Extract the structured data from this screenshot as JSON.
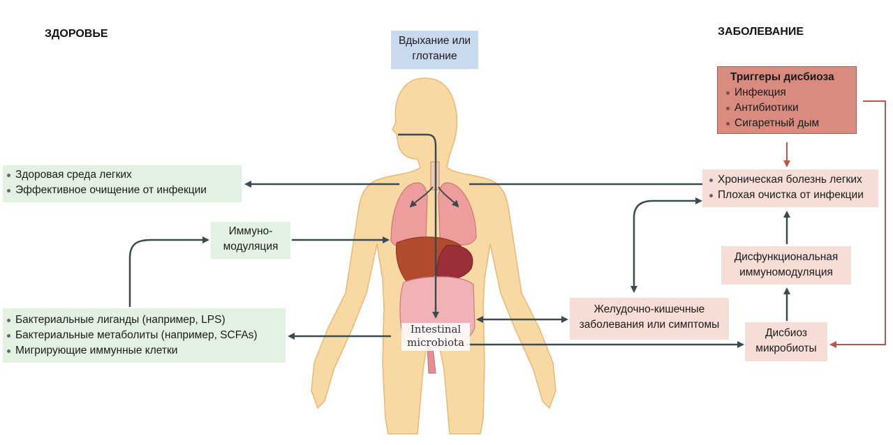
{
  "headings": {
    "health": "ЗДОРОВЬЕ",
    "disease": "ЗАБОЛЕВАНИЕ"
  },
  "inhale": {
    "line1": "Вдыхание или",
    "line2": "глотание"
  },
  "lung_health": {
    "items": [
      "Здоровая среда легких",
      "Эффективное очищение от инфекции"
    ]
  },
  "immuno": {
    "line1": "Иммуно-",
    "line2": "модуляция"
  },
  "bacterial": {
    "items": [
      "Бактериальные лиганды (например, LPS)",
      "Бактериальные метаболиты (например, SCFAs)",
      "Мигрирующие иммунные клетки"
    ]
  },
  "triggers": {
    "title": "Триггеры дисбиоза",
    "items": [
      "Инфекция",
      "Антибиотики",
      "Сигаретный дым"
    ]
  },
  "lung_disease": {
    "items": [
      "Хроническая болезнь легких",
      "Плохая очистка от инфекции"
    ]
  },
  "dysimmuno": {
    "line1": "Дисфункциональная",
    "line2": "иммуномодуляция"
  },
  "gi": {
    "line1": "Желудочно-кишечные",
    "line2": "заболевания или симптомы"
  },
  "dysbiosis": {
    "line1": "Дисбиоз",
    "line2": "микробиоты"
  },
  "microbiota": {
    "line1": "Intestinal",
    "line2": "microbiota"
  },
  "colors": {
    "health_box": "#e3f1e3",
    "disease_box": "#f6ddd6",
    "inhale_box": "#c9daef",
    "trigger_box": "#d98b7f",
    "trigger_arrow": "#b5574c",
    "arrow": "#3b4a4e",
    "skin": "#f8d9a4"
  }
}
